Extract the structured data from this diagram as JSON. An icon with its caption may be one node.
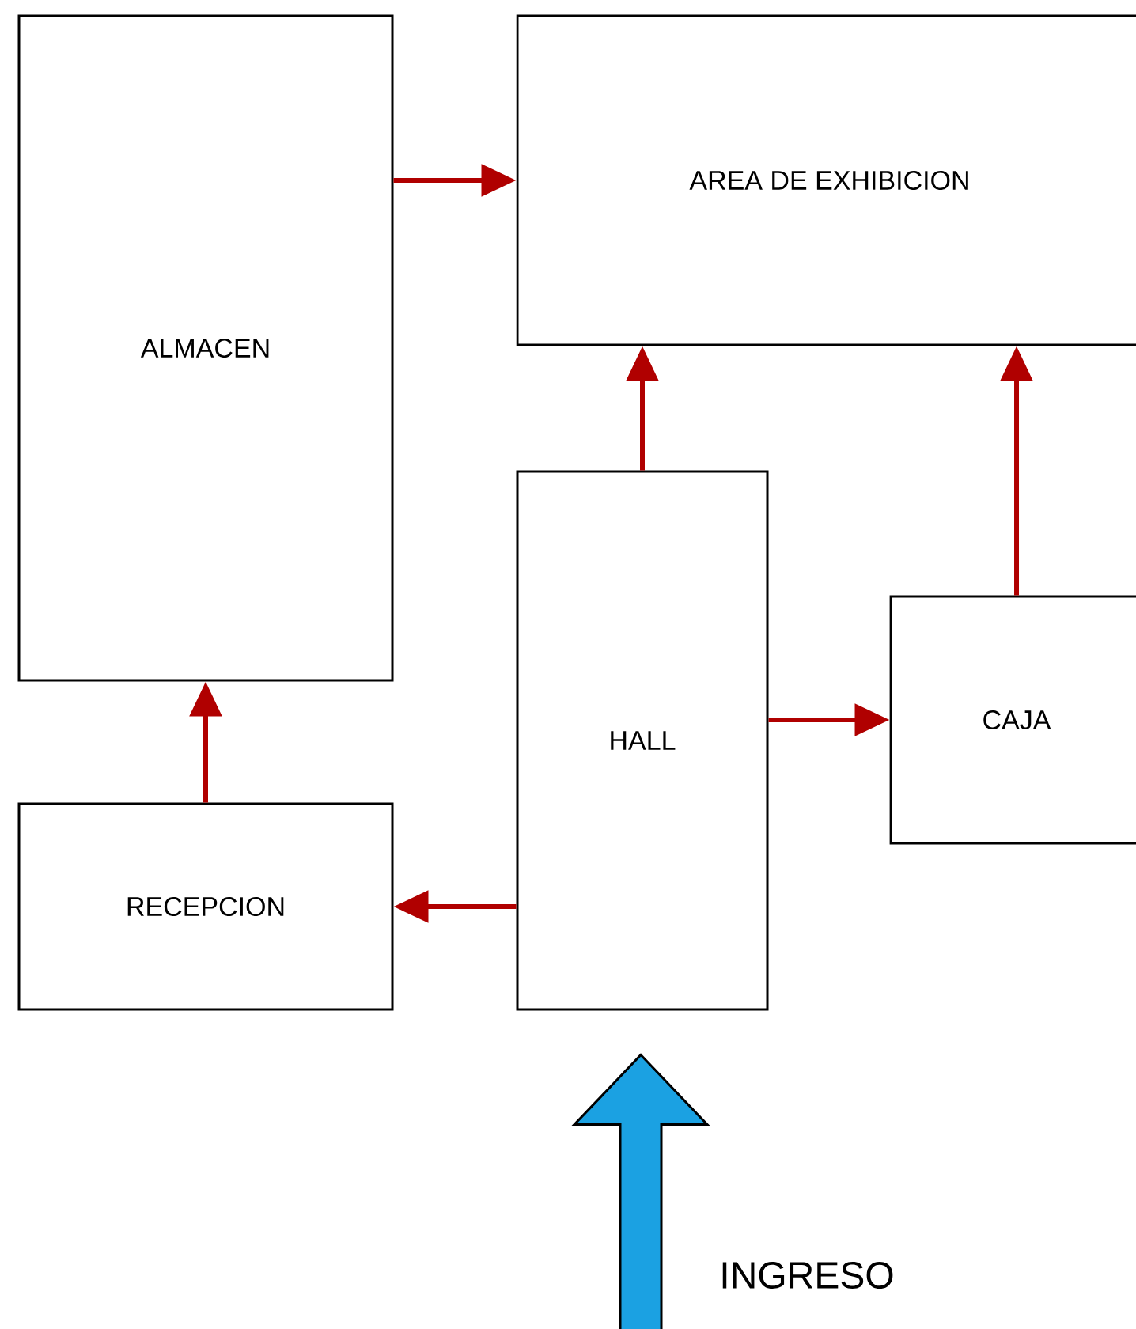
{
  "diagram": {
    "nodes": [
      {
        "text": [
          "ALMACEN"
        ]
      },
      {
        "text": [
          "AREA DE EXHIBICION"
        ]
      },
      {
        "text": [
          "HALL"
        ]
      },
      {
        "text": [
          "CAJA"
        ]
      },
      {
        "text": [
          "RECEPCION"
        ]
      }
    ],
    "edges": [
      {
        "from": 0,
        "to": 1,
        "arrow": "to"
      },
      {
        "from": 2,
        "to": 1,
        "arrow": "to"
      },
      {
        "from": 3,
        "to": 1,
        "arrow": "to"
      },
      {
        "from": 2,
        "to": 3,
        "arrow": "to"
      },
      {
        "from": 2,
        "to": 4,
        "arrow": "to"
      },
      {
        "from": 4,
        "to": 0,
        "arrow": "to"
      },
      {
        "from": null,
        "to": 2,
        "arrow": "to",
        "label": "INGRESO",
        "style": "thick",
        "color": "#1ba1e2"
      }
    ]
  }
}
